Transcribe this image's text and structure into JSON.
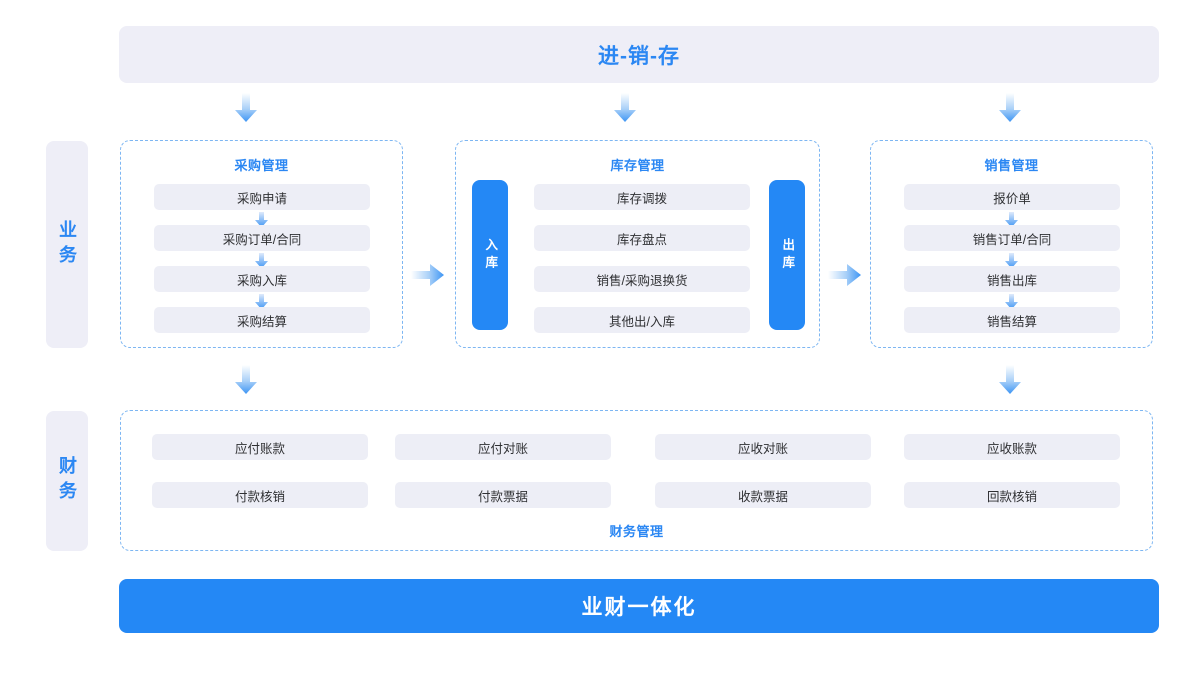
{
  "banners": {
    "top": "进-销-存",
    "bottom": "业财一体化"
  },
  "side_labels": {
    "business": "业务",
    "finance": "财务"
  },
  "colors": {
    "accent_blue": "#2488f5",
    "title_blue": "#2b87f3",
    "chip_bg": "#edeef6",
    "panel_bg": "#eeeef7",
    "dashed_border": "#7db6f2",
    "text": "#2f3033"
  },
  "sections": {
    "purchase": {
      "title": "采购管理",
      "items": [
        "采购申请",
        "采购订单/合同",
        "采购入库",
        "采购结算"
      ]
    },
    "inventory": {
      "title": "库存管理",
      "tab_in": "入库",
      "tab_out": "出库",
      "items": [
        "库存调拨",
        "库存盘点",
        "销售/采购退换货",
        "其他出/入库"
      ]
    },
    "sales": {
      "title": "销售管理",
      "items": [
        "报价单",
        "销售订单/合同",
        "销售出库",
        "销售结算"
      ]
    },
    "finance": {
      "title": "财务管理",
      "row1": [
        "应付账款",
        "应付对账",
        "应收对账",
        "应收账款"
      ],
      "row2": [
        "付款核销",
        "付款票据",
        "收款票据",
        "回款核销"
      ]
    }
  },
  "arrows": {
    "top_to_purchase": "arrow-down-icon",
    "top_to_inventory": "arrow-down-icon",
    "top_to_sales": "arrow-down-icon",
    "purchase_to_inventory": "arrow-right-icon",
    "inventory_to_sales": "arrow-right-icon",
    "purchase_to_finance": "arrow-down-icon",
    "sales_to_finance": "arrow-down-icon"
  }
}
